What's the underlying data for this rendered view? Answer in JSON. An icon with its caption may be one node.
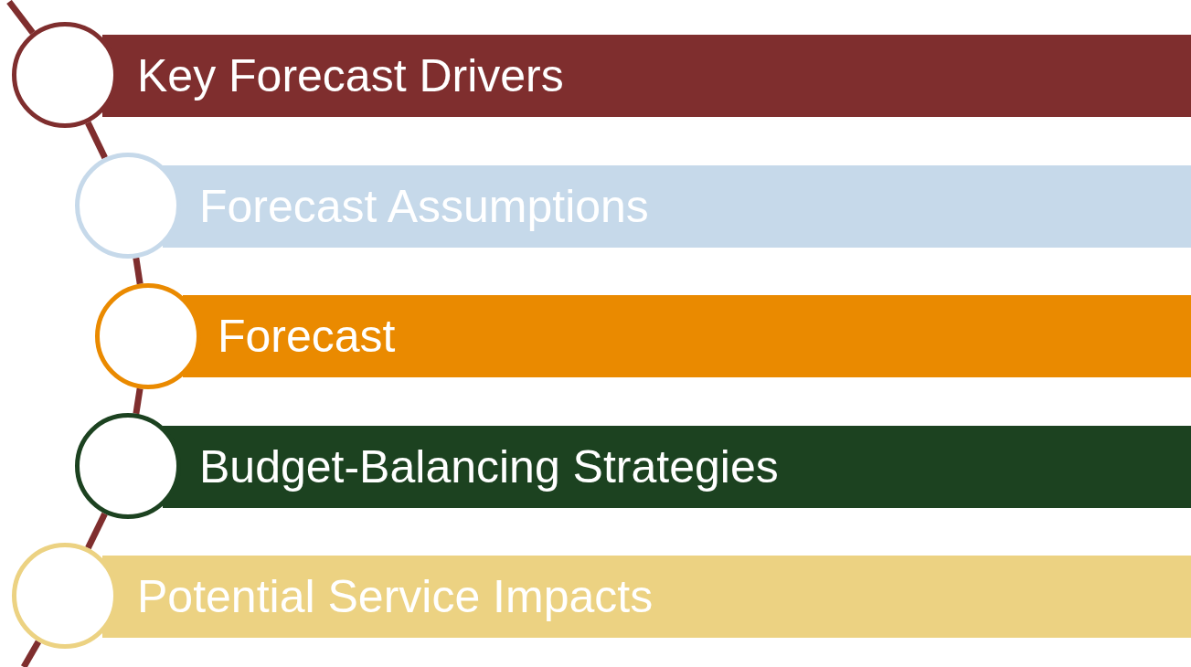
{
  "diagram": {
    "nodes": [
      {
        "text": [
          "Key Forecast Drivers"
        ]
      },
      {
        "text": [],
        "shape": "circle"
      },
      {
        "text": [
          "Forecast Assumptions"
        ]
      },
      {
        "text": [],
        "shape": "circle"
      },
      {
        "text": [
          "Forecast"
        ]
      },
      {
        "text": [],
        "shape": "circle"
      },
      {
        "text": [
          "Budget-Balancing Strategies"
        ]
      },
      {
        "text": [],
        "shape": "circle"
      },
      {
        "text": [
          "Potential Service Impacts"
        ]
      },
      {
        "text": [],
        "shape": "circle"
      }
    ],
    "edges": [
      {
        "from": null,
        "to": 1,
        "arrow": "none"
      },
      {
        "from": 1,
        "to": 3,
        "arrow": "none"
      },
      {
        "from": 3,
        "to": 5,
        "arrow": "none"
      },
      {
        "from": 5,
        "to": 7,
        "arrow": "none"
      },
      {
        "from": 7,
        "to": 9,
        "arrow": "none"
      },
      {
        "from": 9,
        "to": null,
        "arrow": "none"
      }
    ]
  }
}
